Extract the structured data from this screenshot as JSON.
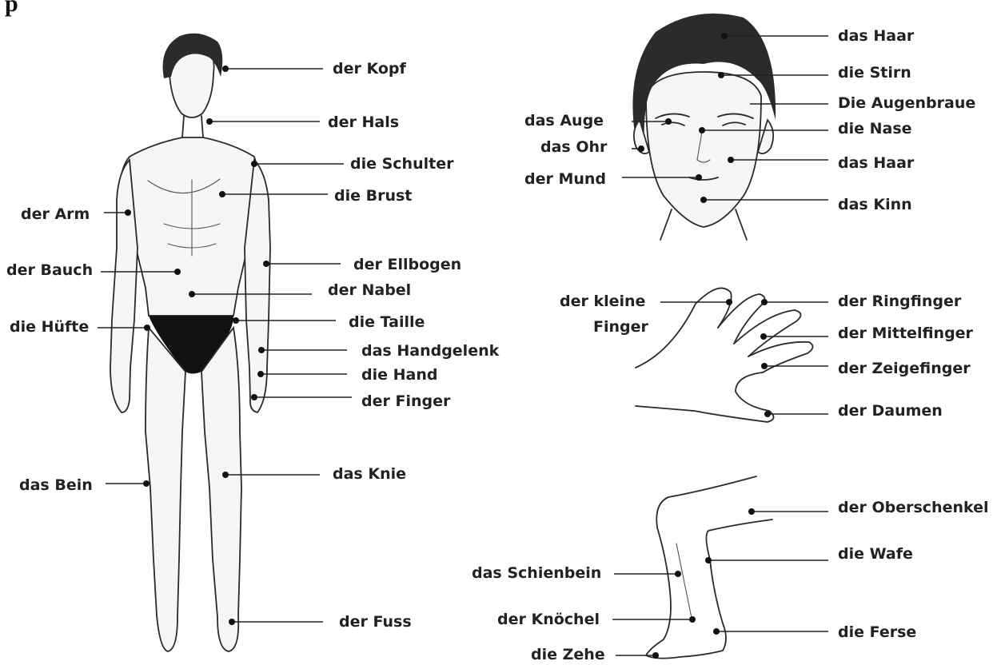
{
  "corner_fragment": "p",
  "body": {
    "kopf": "der Kopf",
    "hals": "der Hals",
    "schulter": "die Schulter",
    "brust": "die Brust",
    "arm": "der Arm",
    "bauch": "der Bauch",
    "ellbogen": "der Ellbogen",
    "nabel": "der Nabel",
    "huefte": "die Hüfte",
    "taille": "die Taille",
    "handgelenk": "das Handgelenk",
    "hand": "die Hand",
    "finger": "der Finger",
    "bein": "das Bein",
    "knie": "das Knie",
    "fuss": "der Fuss"
  },
  "face": {
    "haar_top": "das Haar",
    "stirn": "die Stirn",
    "augenbraue": "Die Augenbraue",
    "auge": "das Auge",
    "nase": "die Nase",
    "ohr": "das Ohr",
    "haar_cheek": "das Haar",
    "mund": "der Mund",
    "kinn": "das Kinn"
  },
  "hand": {
    "kleine_finger_1": "der kleine",
    "kleine_finger_2": "Finger",
    "ringfinger": "der Ringfinger",
    "mittelfinger": "der Mittelfinger",
    "zeigefinger": "der Zeigefinger",
    "daumen": "der Daumen"
  },
  "leg": {
    "oberschenkel": "der Oberschenkel",
    "wafe": "die Wafe",
    "schienbein": "das Schienbein",
    "knoechel": "der Knöchel",
    "ferse": "die Ferse",
    "zehe": "die Zehe"
  }
}
